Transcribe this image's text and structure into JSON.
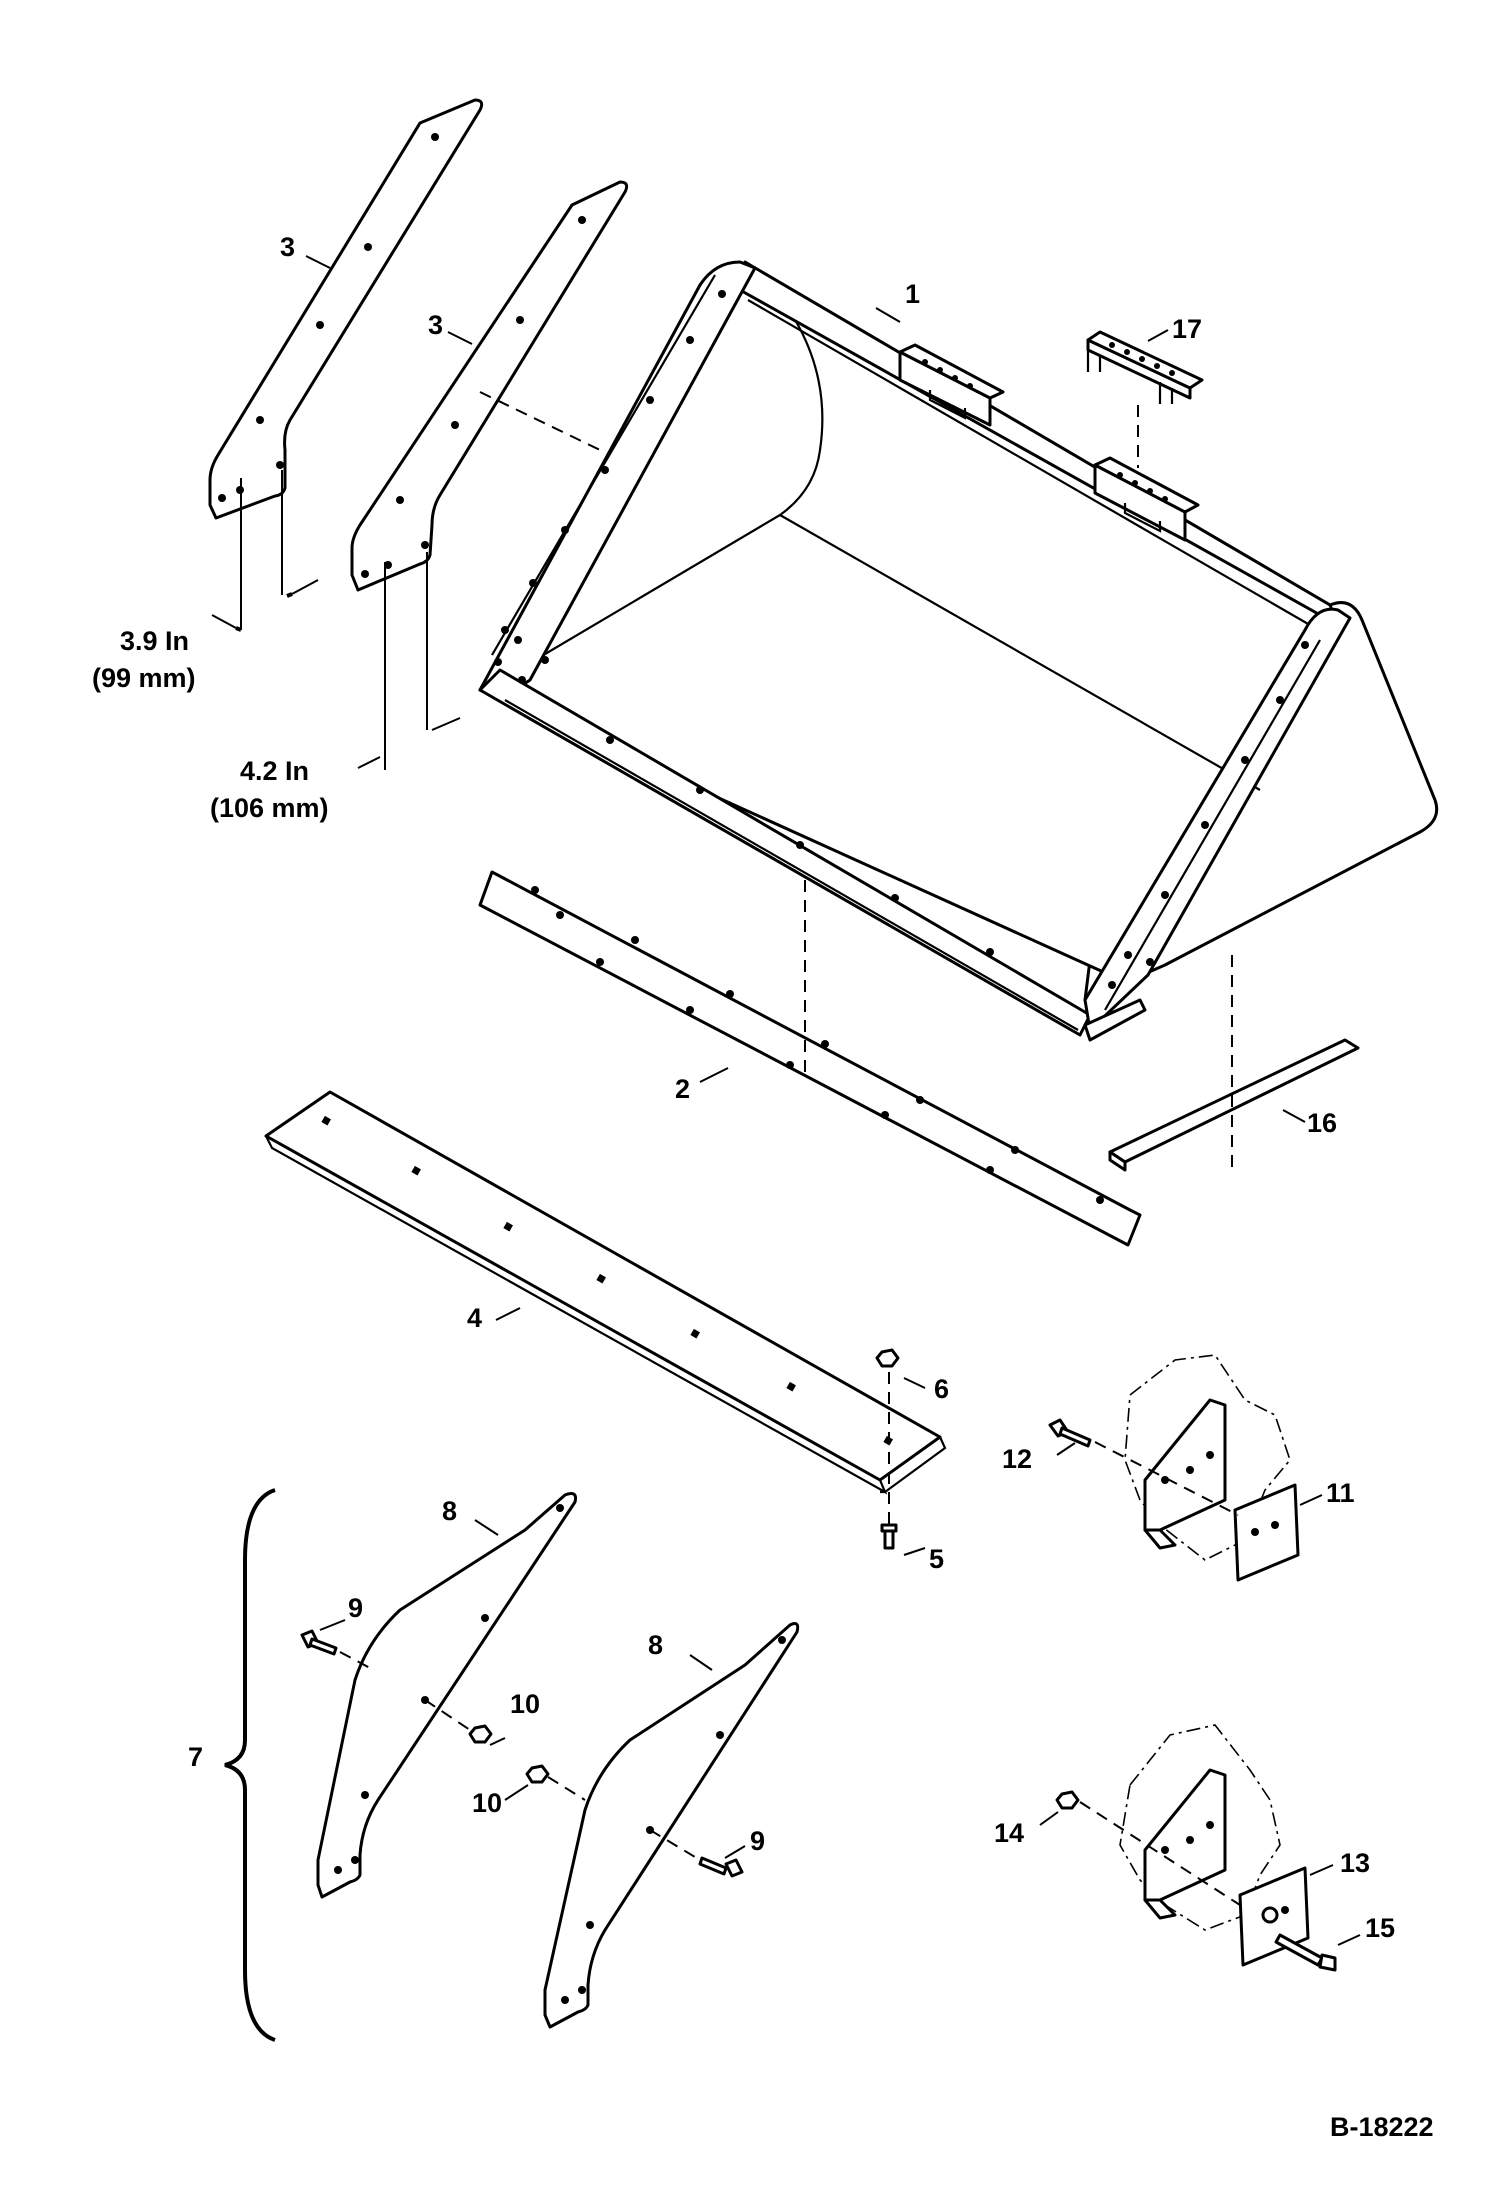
{
  "labels": {
    "p1": "1",
    "p2": "2",
    "p3a": "3",
    "p3b": "3",
    "p4": "4",
    "p5": "5",
    "p6": "6",
    "p7": "7",
    "p8a": "8",
    "p8b": "8",
    "p9a": "9",
    "p9b": "9",
    "p10a": "10",
    "p10b": "10",
    "p11": "11",
    "p12": "12",
    "p13": "13",
    "p14": "14",
    "p15": "15",
    "p16": "16",
    "p17": "17"
  },
  "dimensions": {
    "d1_in": "3.9 In",
    "d1_mm": "(99 mm)",
    "d2_in": "4.2 In",
    "d2_mm": "(106 mm)"
  },
  "drawing_number": "B-18222"
}
